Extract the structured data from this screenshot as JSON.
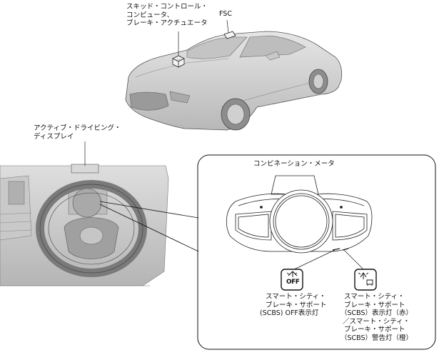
{
  "labels": {
    "fsc": "FSC",
    "skid_control_unit": [
      "スキッド・コントロール・",
      "コンピュータ、",
      "ブレーキ・アクチュエータ"
    ],
    "active_driving_display": [
      "アクティブ・ドライビング・",
      "ディスプレイ"
    ],
    "combination_meter": "コンビネーション・メータ",
    "scbs_off_light": [
      "スマート・シティ・",
      "ブレーキ・サポート",
      "(SCBS) OFF表示灯"
    ],
    "scbs_indicator_warning": [
      "スマート・シティ・",
      "ブレーキ・サポート",
      "（SCBS）表示灯（赤）",
      "／スマート・シティ・",
      "ブレーキ・サポート",
      "（SCBS）警告灯（橙）"
    ]
  },
  "icons": {
    "scbs_off_icon_text": "OFF"
  },
  "colors": {
    "line": "#222222",
    "car_body": "#d9d9d9",
    "car_shadow": "#9a9a9a",
    "dash": "#cfcfcf",
    "panel_stroke": "#111111"
  }
}
